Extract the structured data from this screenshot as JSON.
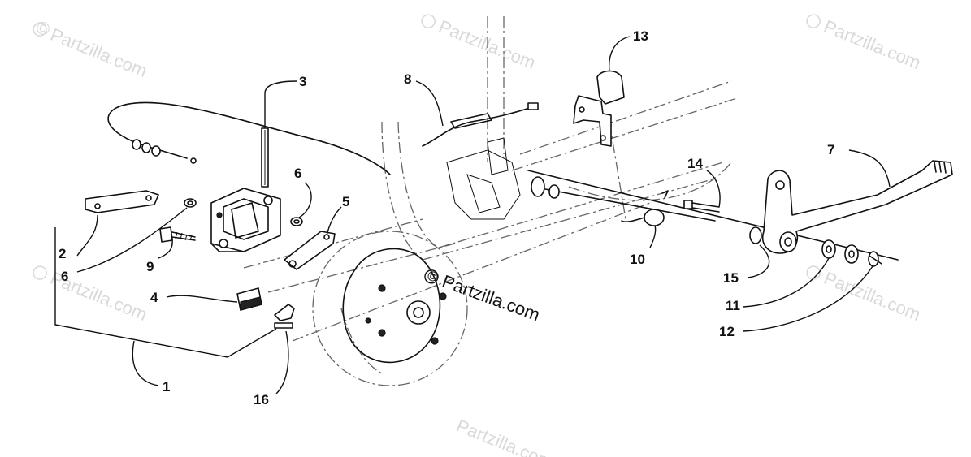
{
  "diagram": {
    "watermarks": [
      {
        "text": "Partzilla.com"
      },
      {
        "text": "Partzilla.com"
      },
      {
        "text": "Partzilla.com"
      },
      {
        "text": "Partzilla.com"
      },
      {
        "text": "Partzilla.com"
      },
      {
        "text": "Partzilla.com"
      }
    ],
    "center_watermark": "Partzilla.com",
    "copyright_symbol": "©",
    "callouts": [
      "1",
      "2",
      "3",
      "4",
      "5",
      "6",
      "6",
      "7",
      "8",
      "9",
      "10",
      "11",
      "12",
      "13",
      "14",
      "15",
      "16"
    ]
  }
}
